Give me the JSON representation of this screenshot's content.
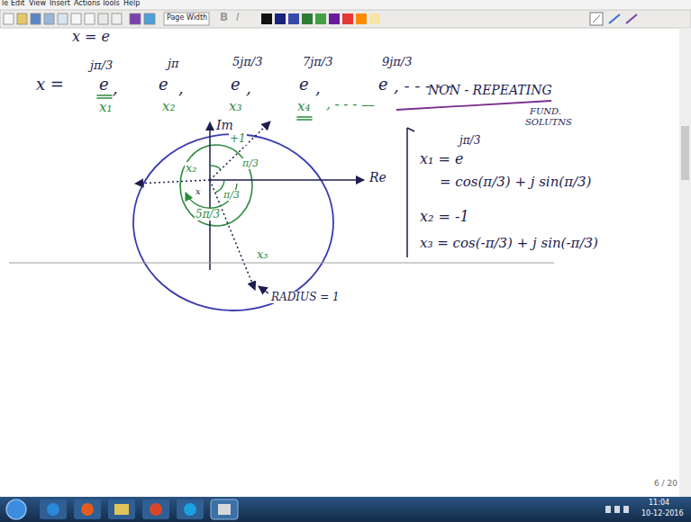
{
  "diagram": {
    "labels": [
      "le",
      "Edit",
      "View",
      "Insert",
      "Actions",
      "Tools",
      "Help",
      "Page Width",
      "B",
      "I",
      "x = e",
      "x =",
      "jπ/3",
      "e",
      ",",
      "jπ",
      "e",
      ",",
      "5jπ/3",
      "e",
      ",",
      "7jπ/3",
      "e",
      ",",
      "9jπ/3",
      "e",
      ", - - - - -",
      "x₁",
      "x₂",
      "x₃",
      "x₄",
      ", - - - —",
      "Im",
      "Re",
      "+1",
      "π/3",
      "x₂",
      "x",
      "π/3",
      "5π/3",
      "x₃",
      "RADIUS = 1",
      "NON - REPEATING",
      "FUND.",
      "SOLUTNS",
      "x₁ = e",
      "jπ/3",
      "= cos(π/3) + j sin(π/3)",
      "x₂ = -1",
      "x₃ = cos(-π/3) + j sin(-π/3)",
      "6 / 20",
      "11:04",
      "10-12-2016"
    ]
  }
}
